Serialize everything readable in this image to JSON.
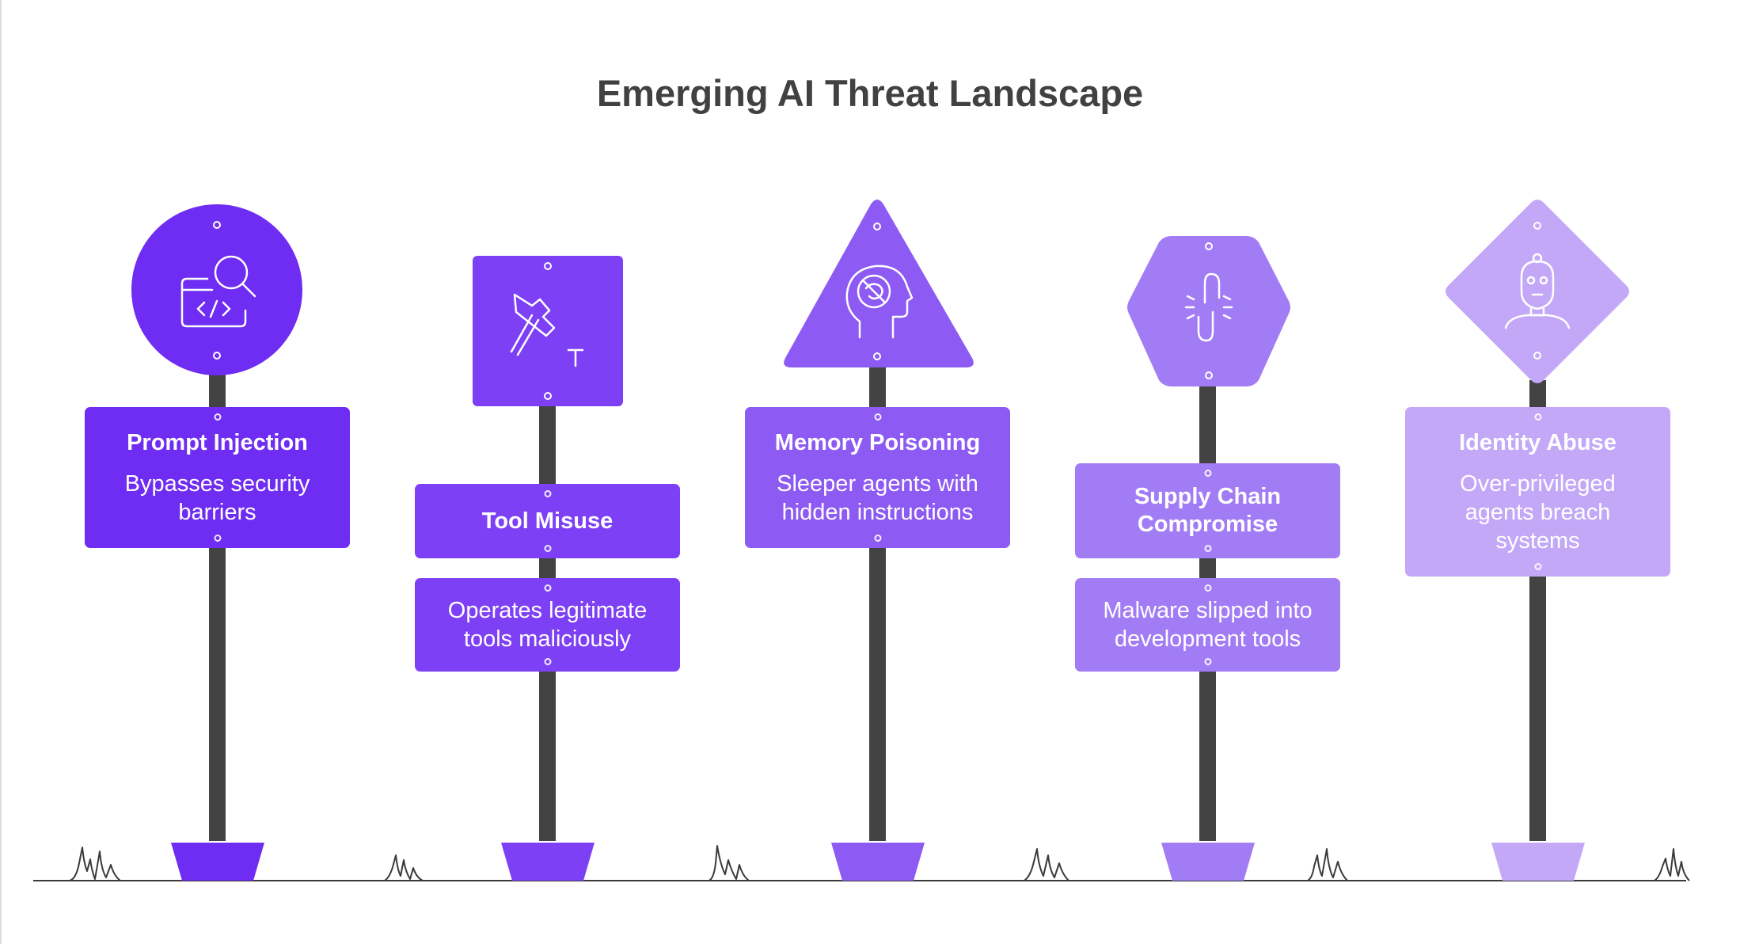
{
  "title": "Emerging AI Threat Landscape",
  "colors": {
    "pole": "#434343",
    "ground": "#3a3a3a",
    "shade1": "#6f2cf2",
    "shade2": "#7e40f5",
    "shade3": "#8d5af3",
    "shade4": "#a27cf5",
    "shade5": "#c3a8f8"
  },
  "threats": [
    {
      "name": "Prompt Injection",
      "description": "Bypasses security barriers",
      "sign_shape": "circle",
      "icon": "code-search-icon"
    },
    {
      "name": "Tool Misuse",
      "description": "Operates legitimate tools maliciously",
      "sign_shape": "square",
      "icon": "hammer-icon"
    },
    {
      "name": "Memory Poisoning",
      "description": "Sleeper agents with hidden instructions",
      "sign_shape": "triangle",
      "icon": "head-brain-blocked-icon"
    },
    {
      "name": "Supply Chain Compromise",
      "description": "Malware slipped into development tools",
      "sign_shape": "hexagon",
      "icon": "broken-link-icon"
    },
    {
      "name": "Identity Abuse",
      "description": "Over-privileged agents breach systems",
      "sign_shape": "diamond",
      "icon": "masked-person-icon"
    }
  ]
}
